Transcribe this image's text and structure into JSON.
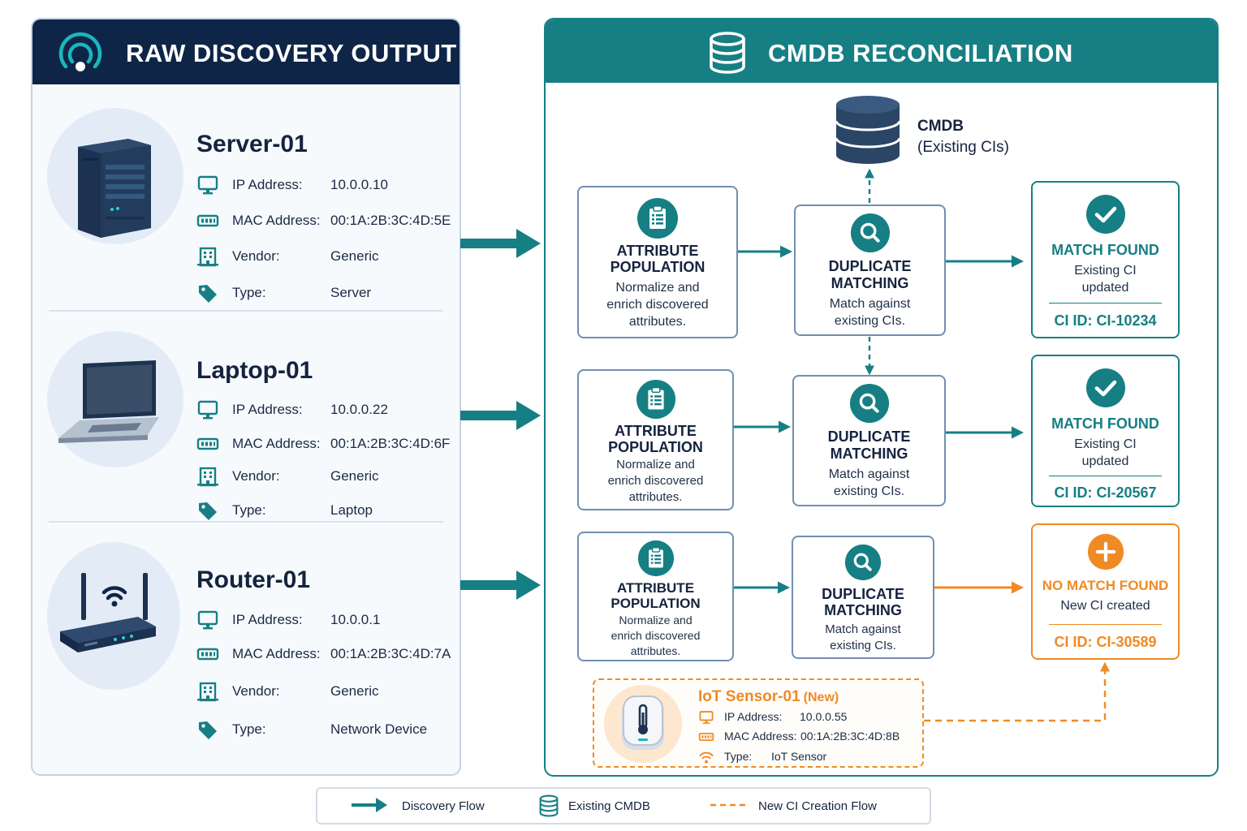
{
  "left_panel": {
    "title": "RAW DISCOVERY OUTPUT",
    "icon": "radar-icon",
    "devices": [
      {
        "name": "Server-01",
        "icon": "server-icon",
        "attributes": [
          {
            "label": "IP Address:",
            "value": "10.0.0.10",
            "icon": "monitor-icon"
          },
          {
            "label": "MAC Address:",
            "value": "00:1A:2B:3C:4D:5E",
            "icon": "network-card-icon"
          },
          {
            "label": "Vendor:",
            "value": "Generic",
            "icon": "building-icon"
          },
          {
            "label": "Type:",
            "value": "Server",
            "icon": "tag-icon"
          }
        ]
      },
      {
        "name": "Laptop-01",
        "icon": "laptop-icon",
        "attributes": [
          {
            "label": "IP Address:",
            "value": "10.0.0.22",
            "icon": "monitor-icon"
          },
          {
            "label": "MAC Address:",
            "value": "00:1A:2B:3C:4D:6F",
            "icon": "network-card-icon"
          },
          {
            "label": "Vendor:",
            "value": "Generic",
            "icon": "building-icon"
          },
          {
            "label": "Type:",
            "value": "Laptop",
            "icon": "tag-icon"
          }
        ]
      },
      {
        "name": "Router-01",
        "icon": "router-icon",
        "attributes": [
          {
            "label": "IP Address:",
            "value": "10.0.0.1",
            "icon": "monitor-icon"
          },
          {
            "label": "MAC Address:",
            "value": "00:1A:2B:3C:4D:7A",
            "icon": "network-card-icon"
          },
          {
            "label": "Vendor:",
            "value": "Generic",
            "icon": "building-icon"
          },
          {
            "label": "Type:",
            "value": "Network Device",
            "icon": "tag-icon"
          }
        ]
      }
    ]
  },
  "right_panel": {
    "title": "CMDB RECONCILIATION",
    "icon": "database-icon",
    "cmdb": {
      "title": "CMDB",
      "subtitle": "(Existing CIs)"
    },
    "rows": [
      {
        "attribute": {
          "title_1": "ATTRIBUTE",
          "title_2": "POPULATION",
          "desc_1": "Normalize and",
          "desc_2": "enrich discovered",
          "desc_3": "attributes."
        },
        "duplicate": {
          "title_1": "DUPLICATE",
          "title_2": "MATCHING",
          "desc_1": "Match against",
          "desc_2": "existing CIs."
        },
        "result": {
          "title": "MATCH FOUND",
          "desc_1": "Existing CI",
          "desc_2": "updated",
          "ci_id": "CI ID:  CI-10234",
          "status": "match"
        }
      },
      {
        "attribute": {
          "title_1": "ATTRIBUTE",
          "title_2": "POPULATION",
          "desc_1": "Normalize and",
          "desc_2": "enrich discovered",
          "desc_3": "attributes."
        },
        "duplicate": {
          "title_1": "DUPLICATE",
          "title_2": "MATCHING",
          "desc_1": "Match against",
          "desc_2": "existing CIs."
        },
        "result": {
          "title": "MATCH FOUND",
          "desc_1": "Existing CI",
          "desc_2": "updated",
          "ci_id": "CI ID:  CI-20567",
          "status": "match"
        }
      },
      {
        "attribute": {
          "title_1": "ATTRIBUTE",
          "title_2": "POPULATION",
          "desc_1": "Normalize and",
          "desc_2": "enrich discovered",
          "desc_3": "attributes."
        },
        "duplicate": {
          "title_1": "DUPLICATE",
          "title_2": "MATCHING",
          "desc_1": "Match against",
          "desc_2": "existing CIs."
        },
        "result": {
          "title": "NO MATCH FOUND",
          "desc_1": "New CI created",
          "ci_id": "CI ID:  CI-30589",
          "status": "new"
        }
      }
    ],
    "iot": {
      "name": "IoT Sensor-01",
      "badge": "(New)",
      "icon": "thermometer-sensor-icon",
      "attributes": [
        {
          "label": "IP Address:",
          "value": "10.0.0.55",
          "icon": "monitor-icon"
        },
        {
          "label": "MAC Address:",
          "value": "00:1A:2B:3C:4D:8B",
          "icon": "network-card-icon"
        },
        {
          "label": "Type:",
          "value": "IoT Sensor",
          "icon": "wifi-icon"
        }
      ]
    }
  },
  "legend": {
    "discovery_flow": "Discovery Flow",
    "existing_cmdb": "Existing CMDB",
    "new_ci_flow": "New CI Creation Flow"
  },
  "colors": {
    "navy": "#0f2547",
    "teal": "#167f84",
    "orange": "#f08a24",
    "slate_border": "#6f8fb0"
  }
}
